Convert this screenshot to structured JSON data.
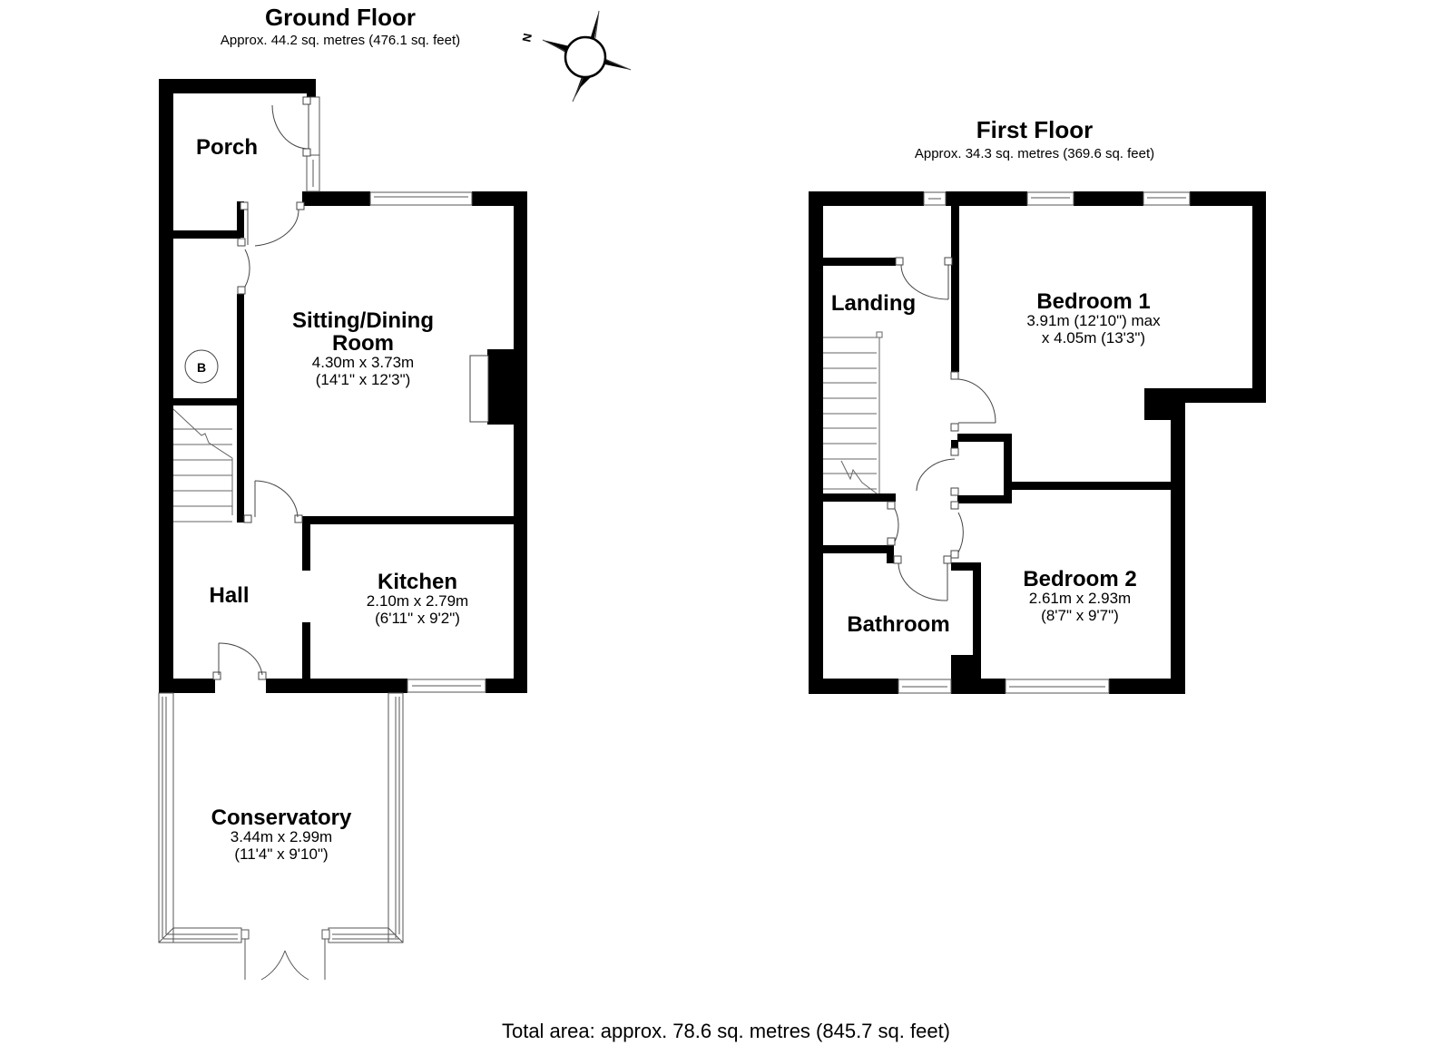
{
  "ground_floor": {
    "title": "Ground Floor",
    "area": "Approx. 44.2 sq. metres (476.1 sq. feet)",
    "rooms": [
      {
        "name": "Porch",
        "dims": []
      },
      {
        "name": "Sitting/Dining",
        "name_line2": "Room",
        "dims": [
          "4.30m x 3.73m",
          "(14'1\" x 12'3\")"
        ]
      },
      {
        "name": "Hall",
        "dims": []
      },
      {
        "name": "Kitchen",
        "dims": [
          "2.10m x 2.79m",
          "(6'11\" x 9'2\")"
        ]
      },
      {
        "name": "Conservatory",
        "dims": [
          "3.44m x 2.99m",
          "(11'4\" x 9'10\")"
        ]
      }
    ],
    "boiler_symbol": "B"
  },
  "first_floor": {
    "title": "First Floor",
    "area": "Approx. 34.3 sq. metres (369.6 sq. feet)",
    "rooms": [
      {
        "name": "Landing",
        "dims": []
      },
      {
        "name": "Bedroom 1",
        "dims": [
          "3.91m (12'10\") max",
          "x 4.05m (13'3\")"
        ]
      },
      {
        "name": "Bathroom",
        "dims": []
      },
      {
        "name": "Bedroom 2",
        "dims": [
          "2.61m x 2.93m",
          "(8'7\" x 9'7\")"
        ]
      }
    ]
  },
  "compass": {
    "label": "N",
    "icon": "compass-rose-icon"
  },
  "total_area": "Total area: approx. 78.6 sq. metres (845.7 sq. feet)",
  "colors": {
    "wall": "#000000",
    "background": "#ffffff",
    "line": "#444444"
  }
}
